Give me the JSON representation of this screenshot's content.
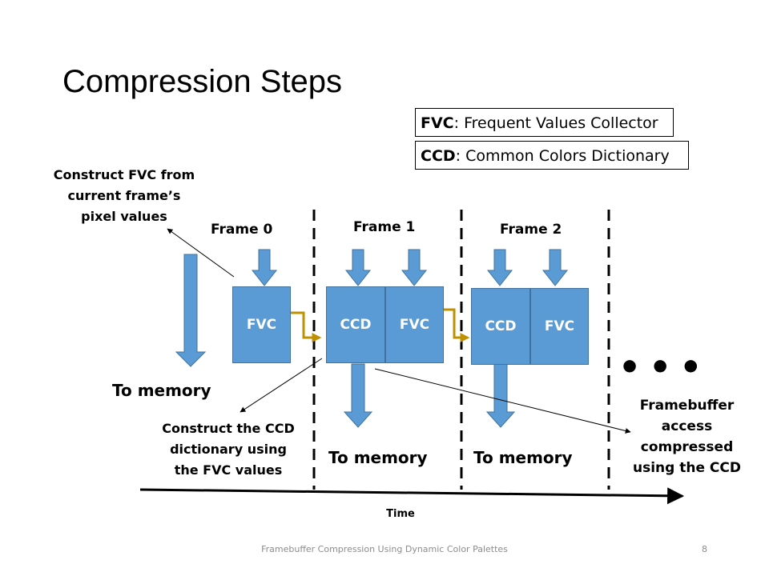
{
  "title": "Compression Steps",
  "legend": [
    {
      "abbr": "FVC",
      "rest": ": Frequent Values Collector"
    },
    {
      "abbr": "CCD",
      "rest": ": Common Colors Dictionary"
    }
  ],
  "notes": {
    "construct_fvc": "Construct FVC from current frame’s pixel values",
    "construct_ccd": "Construct the CCD dictionary using the FVC values",
    "framebuffer": "Framebuffer access compressed using the CCD"
  },
  "frames": [
    "Frame 0",
    "Frame 1",
    "Frame 2"
  ],
  "blocks": {
    "frame0_fvc": "FVC",
    "frame1_ccd": "CCD",
    "frame1_fvc": "FVC",
    "frame2_ccd": "CCD",
    "frame2_fvc": "FVC"
  },
  "to_memory": [
    "To memory",
    "To memory",
    "To memory"
  ],
  "continuation": "•••",
  "time_label": "Time",
  "footer": "Framebuffer Compression Using Dynamic Color Palettes",
  "page_number": "8",
  "colors": {
    "block_fill": "#5b9bd5",
    "block_border": "#41719c",
    "link_arrow": "#bf9000"
  }
}
